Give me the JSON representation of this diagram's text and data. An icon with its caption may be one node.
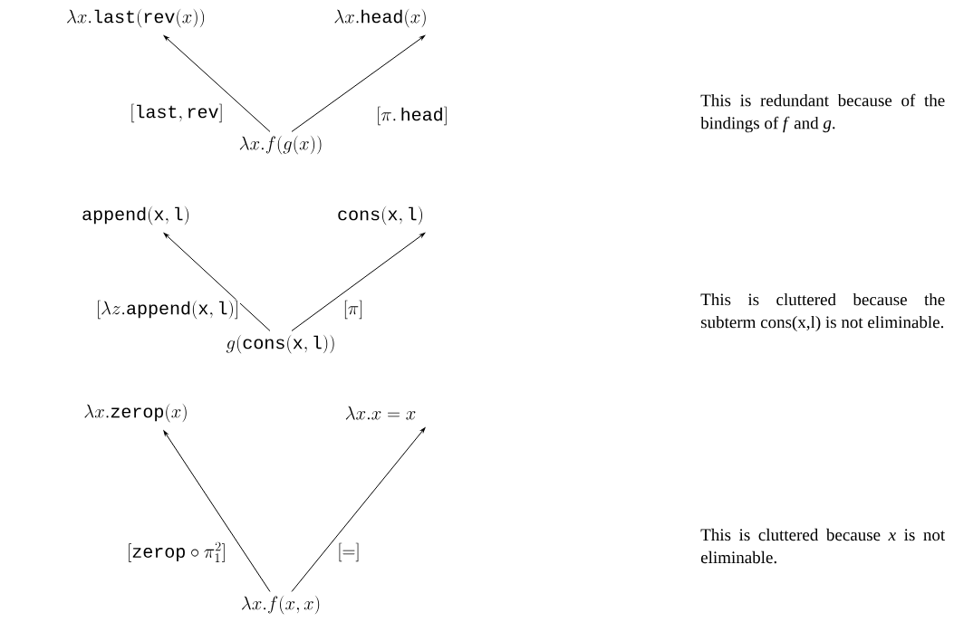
{
  "diagram": {
    "nodes": [
      {
        "text": [
          "\\lambda x.\\texttt{last}(\\texttt{rev}(x))"
        ]
      },
      {
        "text": [
          "\\lambda x.\\texttt{head}(x)"
        ]
      },
      {
        "text": [
          "\\lambda x.f(g(x))"
        ]
      },
      {
        "text": [
          "\\texttt{append}(\\texttt{x},\\texttt{l})"
        ]
      },
      {
        "text": [
          "\\texttt{cons}(\\texttt{x},\\texttt{l})"
        ]
      },
      {
        "text": [
          "g(\\texttt{cons}(\\texttt{x},\\texttt{l}))"
        ]
      },
      {
        "text": [
          "\\lambda x.\\texttt{zerop}(x)"
        ]
      },
      {
        "text": [
          "\\lambda x.x = x"
        ]
      },
      {
        "text": [
          "\\lambda x.f(x,x)"
        ]
      }
    ],
    "edges": [
      {
        "from": 2,
        "to": 0,
        "arrow": "to",
        "label": "[\\texttt{last},\\texttt{rev}]"
      },
      {
        "from": 2,
        "to": 1,
        "arrow": "to",
        "label": "[\\pi.\\,\\texttt{head}]"
      },
      {
        "from": 5,
        "to": 3,
        "arrow": "to",
        "label": "[\\lambda z.\\texttt{append}(\\texttt{x},\\texttt{l})]"
      },
      {
        "from": 5,
        "to": 4,
        "arrow": "to",
        "label": "[\\pi]"
      },
      {
        "from": 8,
        "to": 6,
        "arrow": "to",
        "label": "[\\texttt{zerop}\\circ\\pi^2_1]"
      },
      {
        "from": 8,
        "to": 7,
        "arrow": "to",
        "label": "[=]"
      }
    ],
    "labels": [
      "This is redundant because of the bindings of *f* and *g*.",
      "This is cluttered because the subterm cons(x,l) is not eliminable.",
      "This is cluttered because *x* is not eliminable."
    ]
  }
}
